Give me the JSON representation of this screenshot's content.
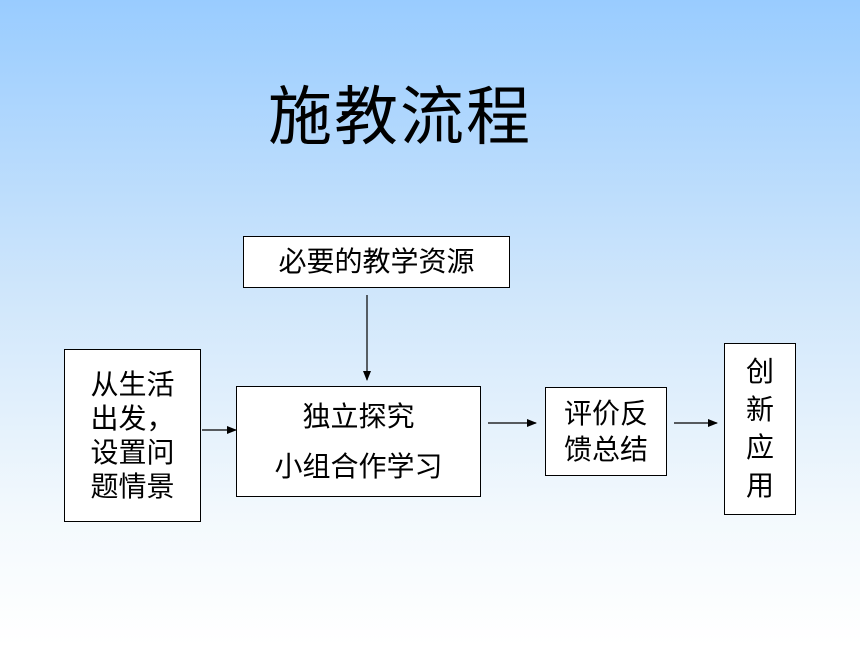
{
  "title": "施教流程",
  "nodes": {
    "resources": [
      "必要的教学资源"
    ],
    "start": [
      "从生活",
      "出发，",
      "设置问",
      "题情景"
    ],
    "explore": [
      "独立探究",
      "小组合作学习"
    ],
    "feedback": [
      "评价反",
      "馈总结"
    ],
    "apply": [
      "创",
      "新",
      "应",
      "用"
    ]
  },
  "colors": {
    "background_top": "#99ccff",
    "background_bottom": "#ffffff",
    "box_border": "#000000",
    "arrow": "#000000"
  }
}
